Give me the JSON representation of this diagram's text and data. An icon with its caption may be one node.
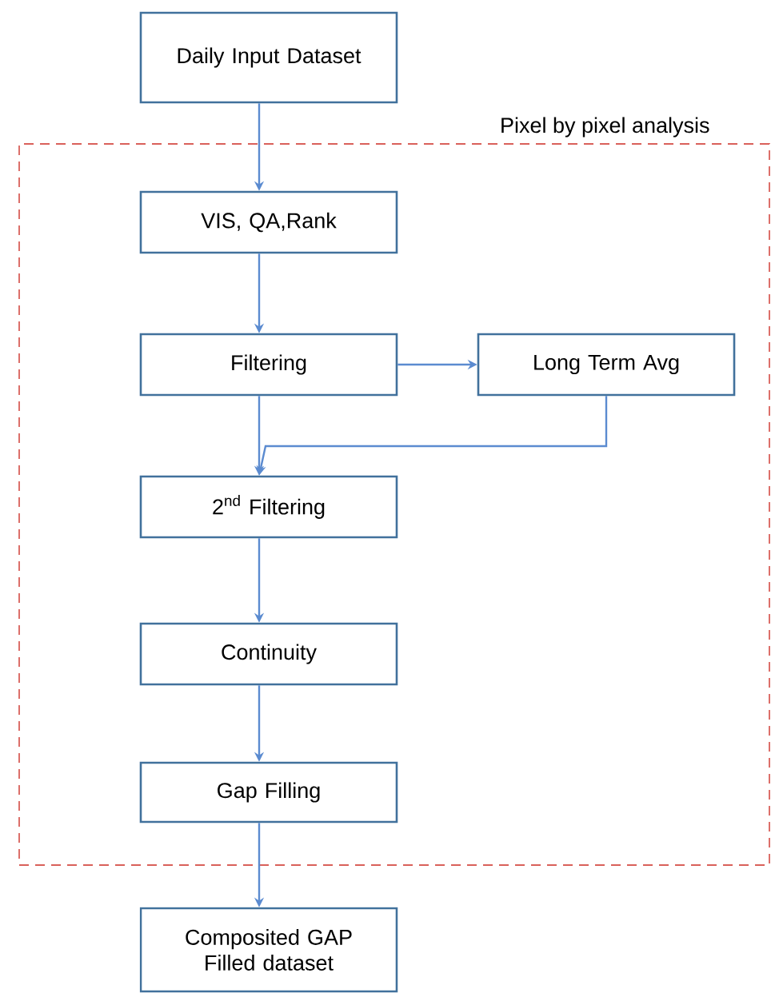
{
  "diagram": {
    "nodes": [
      {
        "text": [
          "Daily Input Dataset"
        ]
      },
      {
        "text": [
          "Pixel by pixel analysis"
        ]
      },
      {
        "text": [
          "VIS, QA,Rank"
        ],
        "in": 1
      },
      {
        "text": [
          "Filtering"
        ],
        "in": 1
      },
      {
        "text": [
          "Long Term Avg"
        ],
        "in": 1
      },
      {
        "text": [
          "2$^{nd}$ Filtering"
        ],
        "in": 1
      },
      {
        "text": [
          "Continuity"
        ],
        "in": 1
      },
      {
        "text": [
          "Gap Filling"
        ],
        "in": 1
      },
      {
        "text": [
          "Composited GAP Filled dataset"
        ]
      }
    ],
    "edges": [
      {
        "from": 0,
        "to": 2,
        "arrow": "to"
      },
      {
        "from": 2,
        "to": 3,
        "arrow": "to"
      },
      {
        "from": 3,
        "to": 4,
        "arrow": "to"
      },
      {
        "from": 3,
        "to": 5,
        "arrow": "to"
      },
      {
        "from": 4,
        "to": 5,
        "arrow": "to"
      },
      {
        "from": 5,
        "to": 6,
        "arrow": "to"
      },
      {
        "from": 6,
        "to": 7,
        "arrow": "to"
      },
      {
        "from": 7,
        "to": 8,
        "arrow": "to"
      }
    ]
  }
}
